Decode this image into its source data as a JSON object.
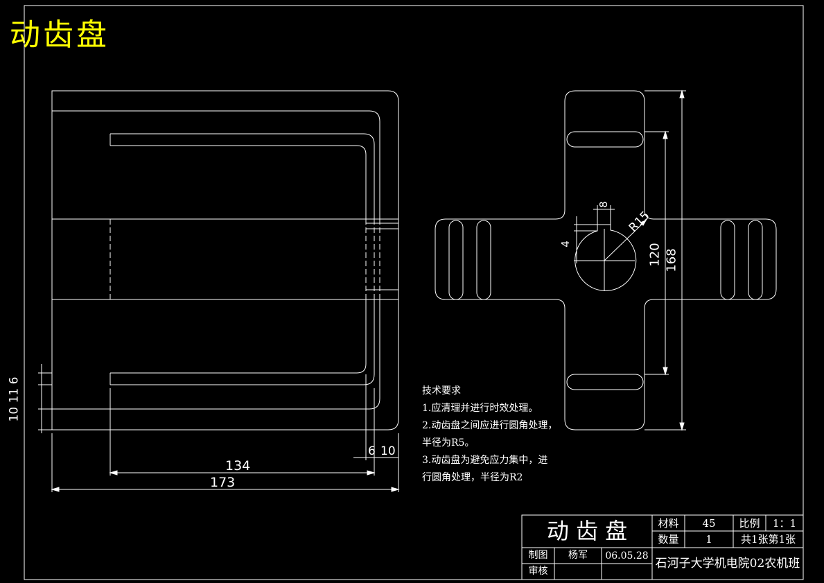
{
  "drawing": {
    "title_label": "动齿盘"
  },
  "dimensions": {
    "d134": "134",
    "d173": "173",
    "d6": "6",
    "d10": "10",
    "d10_11_6": "10 11 6",
    "d8": "8",
    "d4": "4",
    "r15": "R15",
    "d120": "120",
    "d168": "168"
  },
  "technical_requirements": {
    "heading": "技术要求",
    "lines": [
      "1.应清理并进行时效处理。",
      "2.动齿盘之间应进行圆角处理，",
      "半径为R5。",
      "3.动齿盘为避免应力集中，进",
      "行圆角处理，半径为R2"
    ]
  },
  "title_block": {
    "part_name": "动 齿 盘",
    "material_label": "材料",
    "material_value": "45",
    "scale_label": "比例",
    "scale_value": "1：1",
    "quantity_label": "数量",
    "quantity_value": "1",
    "sheet_info": "共1张第1张",
    "drawn_label": "制图",
    "drawn_name": "杨军",
    "drawn_date": "06.05.28",
    "review_label": "审核",
    "organization": "石河子大学机电院02农机班"
  },
  "colors": {
    "line": "#ffffff",
    "title_yellow": "#ffff00",
    "background": "#000000"
  }
}
